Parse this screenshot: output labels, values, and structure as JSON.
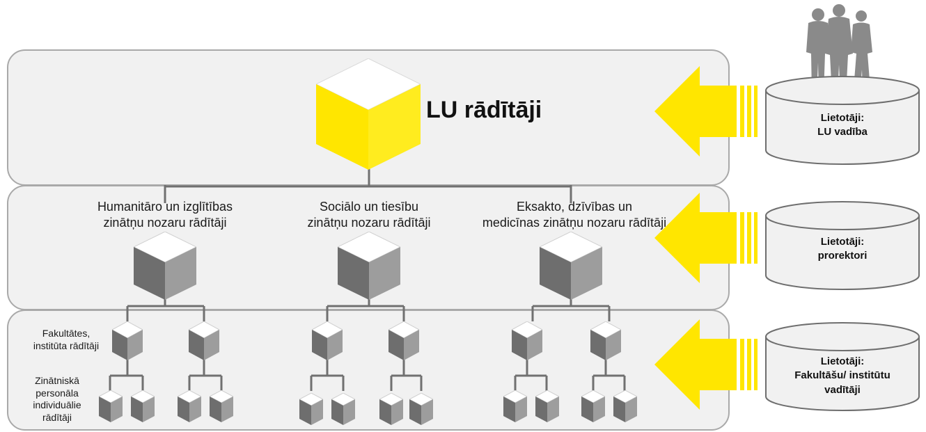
{
  "top": {
    "title": "LU rādītāji"
  },
  "branches": [
    {
      "line1": "Humanitāro un izglītības",
      "line2": "zinātņu nozaru rādītāji"
    },
    {
      "line1": "Sociālo un tiesību",
      "line2": "zinātņu nozaru rādītāji"
    },
    {
      "line1": "Eksakto, dzīvības un",
      "line2": "medicīnas zinātņu nozaru rādītāji"
    }
  ],
  "faculty": {
    "line1": "Fakultātes,",
    "line2": "institūta rādītāji"
  },
  "staff": {
    "line1": "Zinātniskā",
    "line2": "personāla",
    "line3": "individuālie",
    "line4": "rādītāji"
  },
  "users": [
    {
      "line1": "Lietotāji:",
      "line2": "LU vadība"
    },
    {
      "line1": "Lietotāji:",
      "line2": "prorektori"
    },
    {
      "line1": "Lietotāji:",
      "line2": "Fakultāšu/ institūtu",
      "line3": "vadītāji"
    }
  ],
  "colors": {
    "accent": "#ffe600",
    "panel": "#f1f1f1",
    "panel_border": "#a9a9a9",
    "cube_left": "#6e6e6e",
    "cube_right": "#9d9d9d",
    "cube_top": "#ffffff"
  }
}
